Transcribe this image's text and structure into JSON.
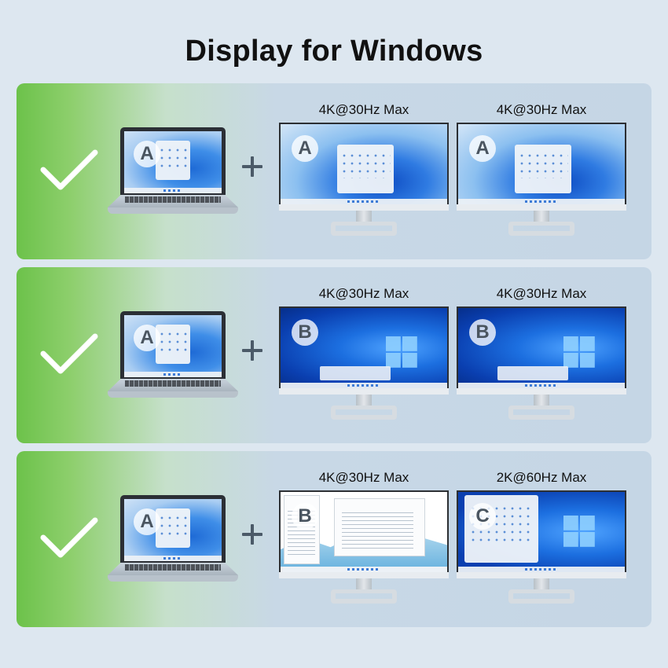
{
  "title": "Display for Windows",
  "colors": {
    "check": "#ffffff",
    "accent_green": "#6cc24a",
    "panel_blue": "#c5d6e5"
  },
  "rows": [
    {
      "laptop_badge": "A",
      "monitors": [
        {
          "label": "4K@30Hz Max",
          "badge": "A",
          "screen": "extend-bloom"
        },
        {
          "label": "4K@30Hz Max",
          "badge": "A",
          "screen": "extend-bloom"
        }
      ]
    },
    {
      "laptop_badge": "A",
      "monitors": [
        {
          "label": "4K@30Hz Max",
          "badge": "B",
          "screen": "windows-desktop"
        },
        {
          "label": "4K@30Hz Max",
          "badge": "B",
          "screen": "windows-desktop"
        }
      ]
    },
    {
      "laptop_badge": "A",
      "monitors": [
        {
          "label": "4K@30Hz Max",
          "badge": "B",
          "screen": "explorer-mountains"
        },
        {
          "label": "2K@60Hz Max",
          "badge": "C",
          "screen": "windows-start"
        }
      ]
    }
  ],
  "icons": {
    "check": "check-icon",
    "plus": "plus-icon"
  }
}
